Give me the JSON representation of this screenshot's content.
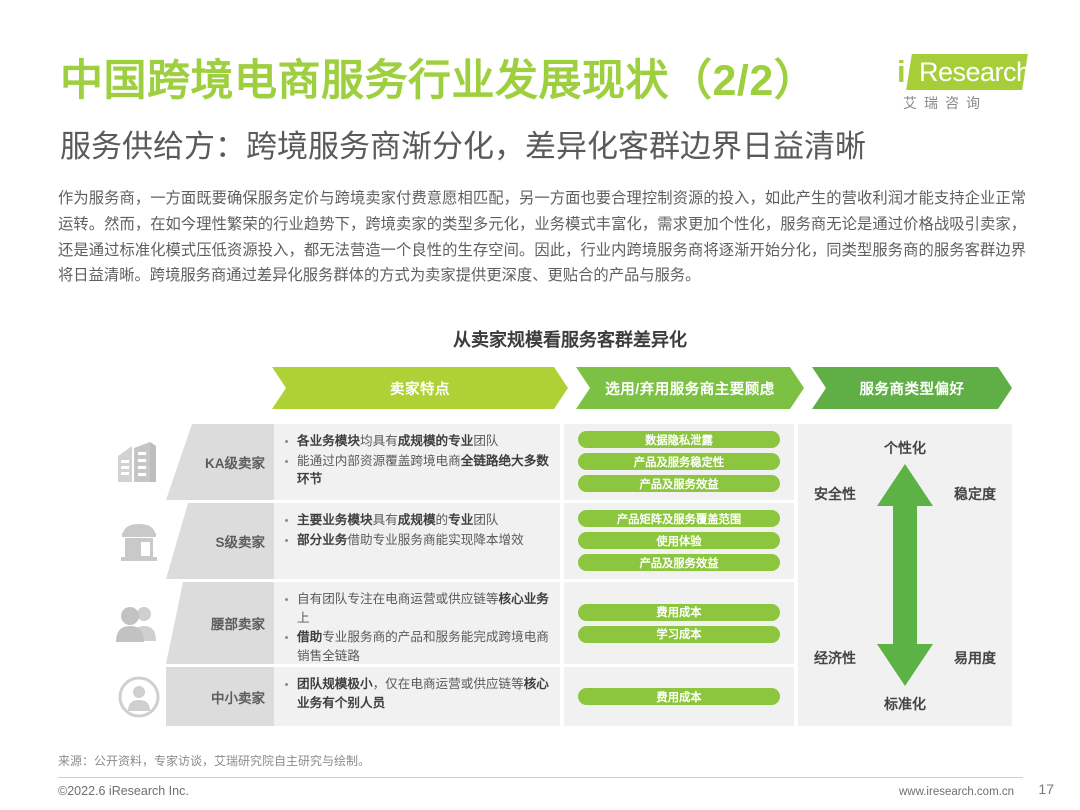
{
  "header": {
    "main_title": "中国跨境电商服务行业发展现状（2/2）",
    "subtitle": "服务供给方：跨境服务商渐分化，差异化客群边界日益清晰",
    "logo": {
      "i": "i",
      "word": "Research",
      "sub": "艾瑞咨询"
    }
  },
  "body_paragraph": "作为服务商，一方面既要确保服务定价与跨境卖家付费意愿相匹配，另一方面也要合理控制资源的投入，如此产生的营收利润才能支持企业正常运转。然而，在如今理性繁荣的行业趋势下，跨境卖家的类型多元化，业务模式丰富化，需求更加个性化，服务商无论是通过价格战吸引卖家，还是通过标准化模式压低资源投入，都无法营造一个良性的生存空间。因此，行业内跨境服务商将逐渐开始分化，同类型服务商的服务客群边界将日益清晰。跨境服务商通过差异化服务群体的方式为卖家提供更深度、更贴合的产品与服务。",
  "chart_title": "从卖家规模看服务客群差异化",
  "columns": [
    {
      "label": "卖家特点",
      "color": "#aed136"
    },
    {
      "label": "选用/弃用服务商主要顾虑",
      "color": "#7cc143"
    },
    {
      "label": "服务商类型偏好",
      "color": "#5fae46"
    }
  ],
  "rows": [
    {
      "tier": "KA级卖家",
      "icon": "office-buildings-icon",
      "features": [
        "<b>各业务模块</b>均具有<b>成规模的专业</b>团队",
        "能通过内部资源覆盖跨境电商<b>全链路绝大多数环节</b>"
      ],
      "concerns": [
        "数据隐私泄露",
        "产品及服务稳定性",
        "产品及服务效益"
      ]
    },
    {
      "tier": "S级卖家",
      "icon": "storefront-icon",
      "features": [
        "<b>主要业务模块</b>具有<b>成规模</b>的<b>专业</b>团队",
        "<b>部分业务</b>借助专业服务商能实现降本增效"
      ],
      "concerns": [
        "产品矩阵及服务覆盖范围",
        "使用体验",
        "产品及服务效益"
      ]
    },
    {
      "tier": "腰部卖家",
      "icon": "people-group-icon",
      "features": [
        "自有团队专注在电商运营或供应链等<b>核心业务</b>上",
        "<b>借助</b>专业服务商的产品和服务能完成跨境电商销售全链路"
      ],
      "concerns": [
        "费用成本",
        "学习成本"
      ]
    },
    {
      "tier": "中小卖家",
      "icon": "single-person-icon",
      "features": [
        "<b>团队规模极小</b>，仅在电商运营或供应链等<b>核心业务有个别人员</b>"
      ],
      "concerns": [
        "费用成本"
      ]
    }
  ],
  "preference": {
    "top": "个性化",
    "bottom": "标准化",
    "left_upper": "安全性",
    "right_upper": "稳定度",
    "left_lower": "经济性",
    "right_lower": "易用度",
    "arrow_color": "#5cb245"
  },
  "footer": {
    "source": "来源：公开资料，专家访谈，艾瑞研究院自主研究与绘制。",
    "copyright": "©2022.6 iResearch Inc.",
    "website": "www.iresearch.com.cn",
    "page_number": "17"
  },
  "colors": {
    "title_green": "#9ecf3f",
    "pill_green": "#8cc63e",
    "tier_gray": "#dcdcdc",
    "cell_gray": "#f1f1f1"
  }
}
